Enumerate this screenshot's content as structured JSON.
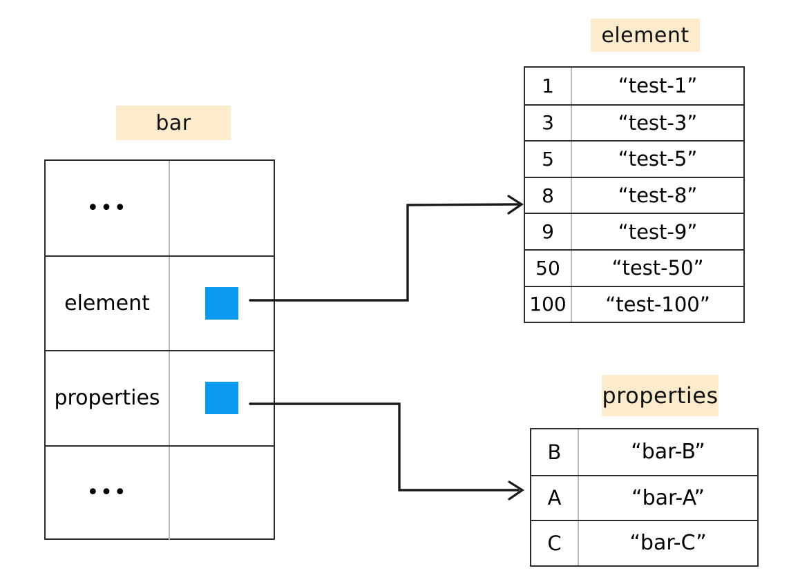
{
  "diagram": {
    "title_chips": {
      "bar": "bar",
      "element": "element",
      "properties": "properties"
    },
    "colors": {
      "chip_background": "#fdebcd",
      "reference_swatch": "#0a9bf0",
      "border": "#2b2b2b",
      "inner_divider": "#b9b9b9",
      "connector": "#1a1a1a",
      "page_background": "#ffffff"
    }
  },
  "bar_table": {
    "name": "bar",
    "rows": [
      {
        "key": "•••",
        "value_type": "ellipsis",
        "value": ""
      },
      {
        "key": "element",
        "value_type": "reference",
        "value": ""
      },
      {
        "key": "properties",
        "value_type": "reference",
        "value": ""
      },
      {
        "key": "•••",
        "value_type": "ellipsis",
        "value": ""
      }
    ]
  },
  "element_table": {
    "name": "element",
    "rows": [
      {
        "key": "1",
        "value": "“test-1”"
      },
      {
        "key": "3",
        "value": "“test-3”"
      },
      {
        "key": "5",
        "value": "“test-5”"
      },
      {
        "key": "8",
        "value": "“test-8”"
      },
      {
        "key": "9",
        "value": "“test-9”"
      },
      {
        "key": "50",
        "value": "“test-50”"
      },
      {
        "key": "100",
        "value": "“test-100”"
      }
    ]
  },
  "properties_table": {
    "name": "properties",
    "rows": [
      {
        "key": "B",
        "value": "“bar-B”"
      },
      {
        "key": "A",
        "value": "“bar-A”"
      },
      {
        "key": "C",
        "value": "“bar-C”"
      }
    ]
  },
  "connectors": [
    {
      "from": "bar-table-element-reference",
      "to": "element-table"
    },
    {
      "from": "bar-table-properties-reference",
      "to": "properties-table"
    }
  ]
}
